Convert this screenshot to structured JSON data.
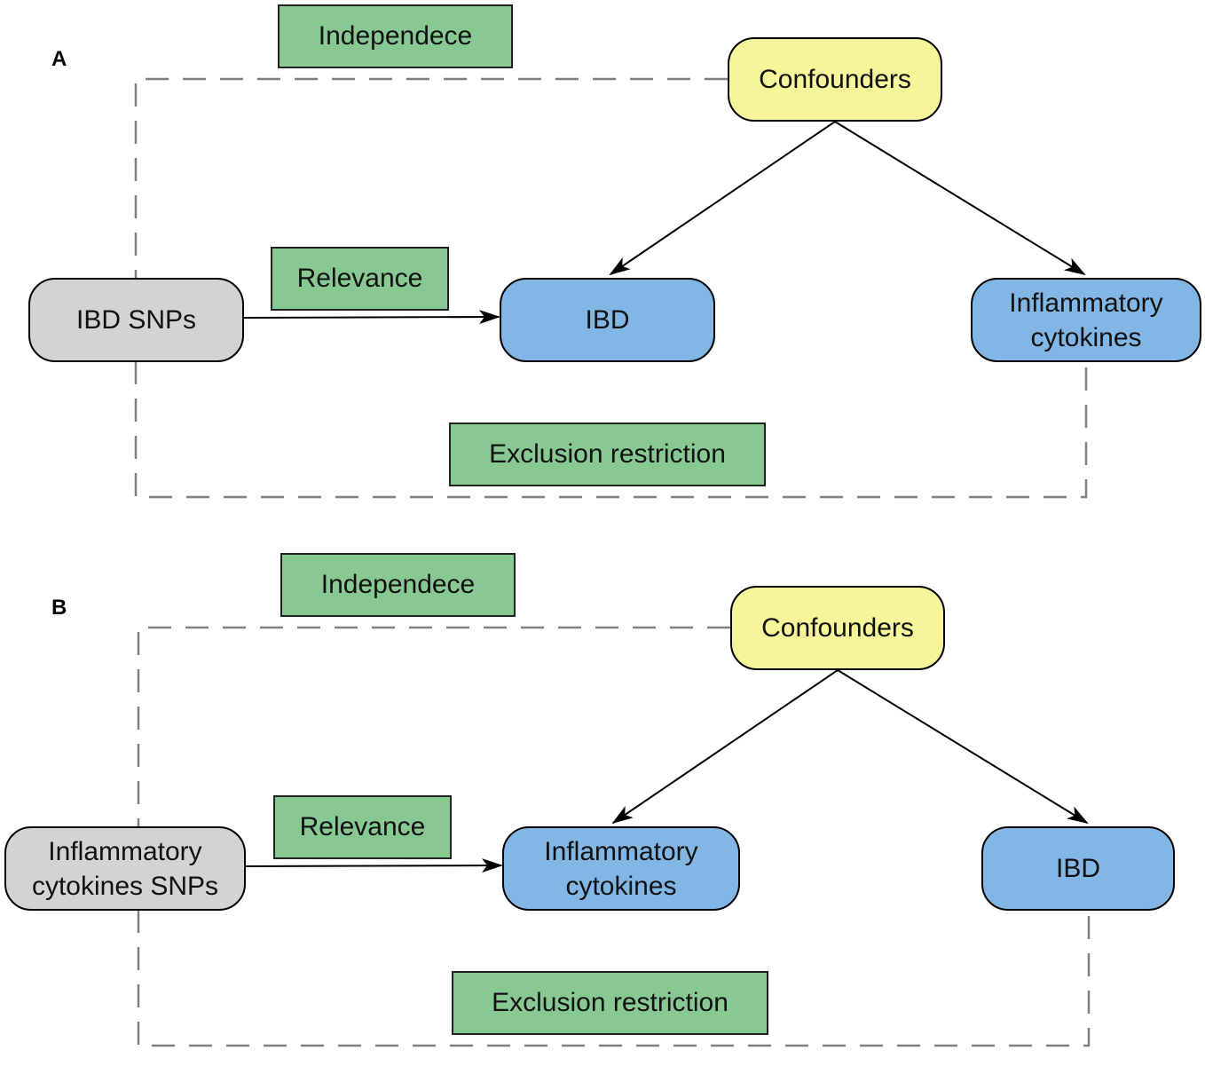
{
  "colors": {
    "instrument_fill": "#d3d3d3",
    "exposure_outcome_fill": "#82b7e5",
    "confounder_fill": "#f6f59a",
    "assumption_fill": "#88c993",
    "dashed_frame": "#808080"
  },
  "panels": [
    {
      "letter": "A",
      "instrument": "IBD SNPs",
      "exposure": "IBD",
      "outcome": "Inflammatory\ncytokines",
      "confounder": "Confounders",
      "independence": "Independece",
      "relevance": "Relevance",
      "exclusion": "Exclusion restriction"
    },
    {
      "letter": "B",
      "instrument": "Inflammatory\ncytokines SNPs",
      "exposure": "Inflammatory\ncytokines",
      "outcome": "IBD",
      "confounder": "Confounders",
      "independence": "Independece",
      "relevance": "Relevance",
      "exclusion": "Exclusion restriction"
    }
  ]
}
